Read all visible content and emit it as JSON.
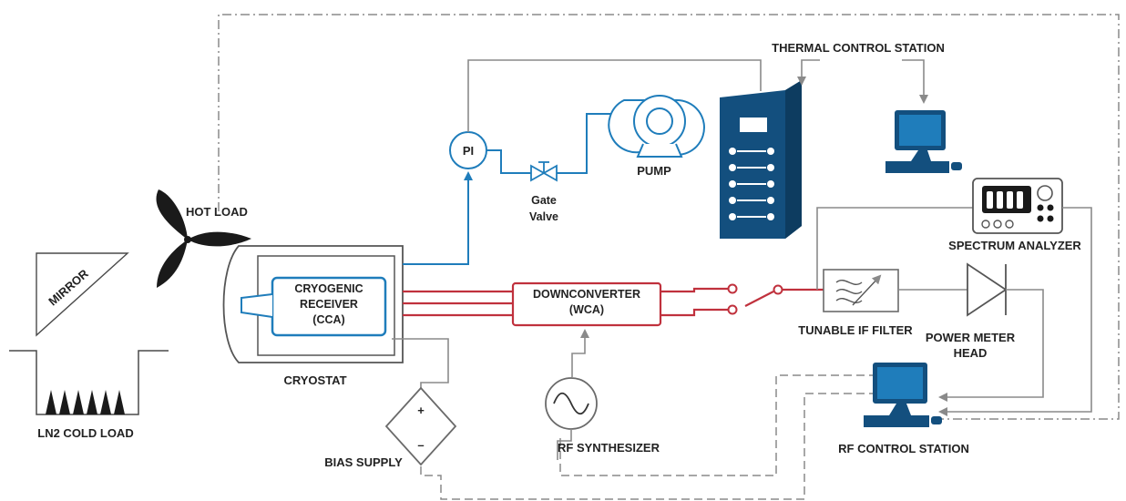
{
  "labels": {
    "thermal_control_station": "THERMAL CONTROL STATION",
    "hot_load": "HOT LOAD",
    "mirror": "MIRROR",
    "ln2_cold_load": "LN2 COLD LOAD",
    "cryogenic_receiver": [
      "CRYOGENIC",
      "RECEIVER",
      "(CCA)"
    ],
    "cryostat": "CRYOSTAT",
    "pi": "PI",
    "gate_valve": [
      "Gate",
      "Valve"
    ],
    "pump": "PUMP",
    "downconverter": [
      "DOWNCONVERTER",
      "(WCA)"
    ],
    "tunable_if_filter": "TUNABLE IF FILTER",
    "power_meter_head": [
      "POWER METER",
      "HEAD"
    ],
    "spectrum_analyzer": "SPECTRUM ANALYZER",
    "rf_synthesizer": "RF SYNTHESIZER",
    "rf_control_station": "RF CONTROL STATION",
    "bias_supply": "BIAS SUPPLY",
    "bias_plus": "+",
    "bias_minus": "–"
  },
  "colors": {
    "blue": "#1f7dbb",
    "dark_blue": "#134f7e",
    "red": "#c0313d",
    "gray_line": "#8a8a8a",
    "black": "#1a1a1a"
  }
}
